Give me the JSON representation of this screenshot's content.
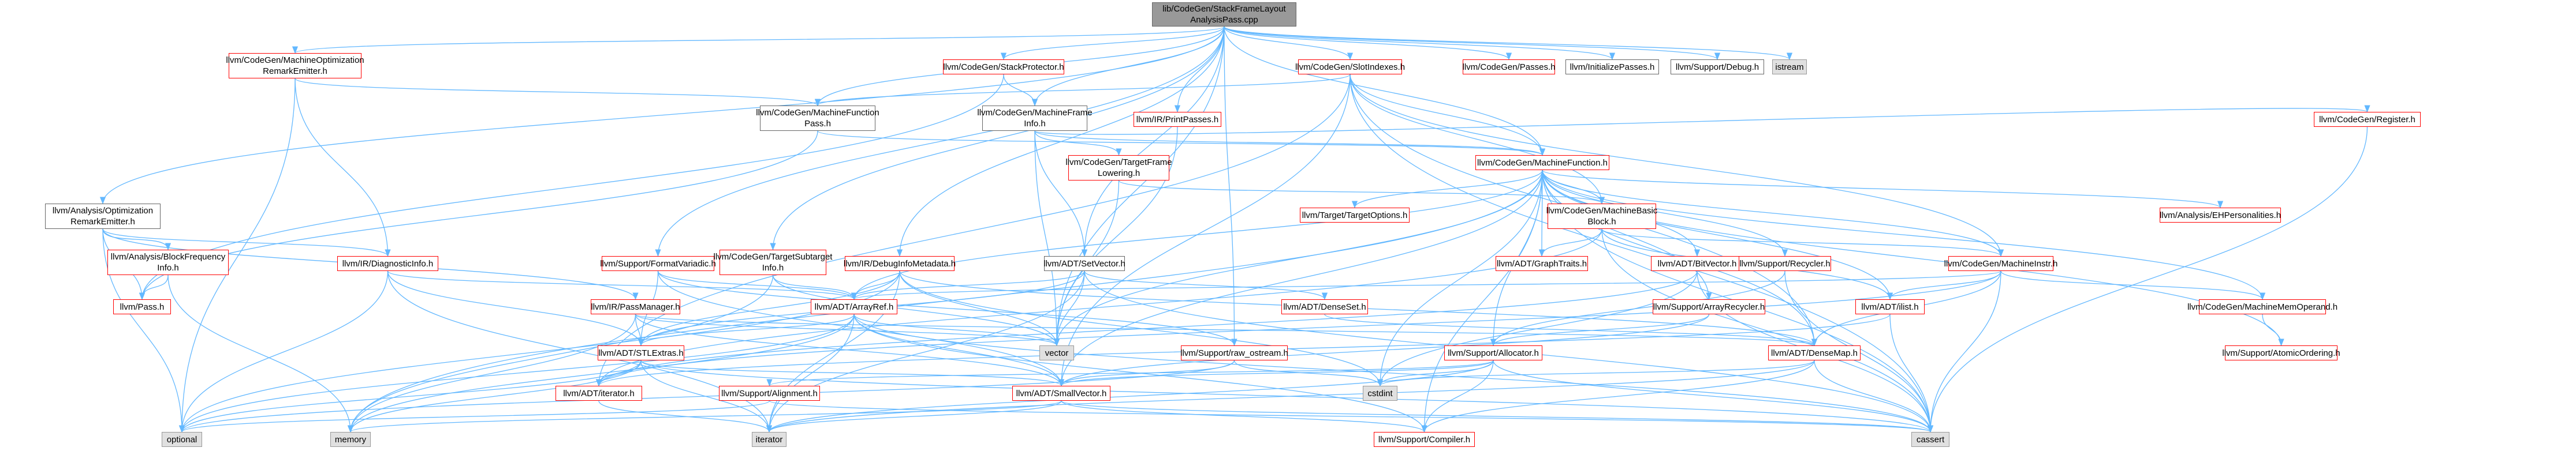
{
  "nodes": {
    "root": "lib/CodeGen/StackFrameLayout\nAnalysisPass.cpp",
    "mcopt_remark": "llvm/CodeGen/MachineOptimization\nRemarkEmitter.h",
    "stackprotector": "llvm/CodeGen/StackProtector.h",
    "slotindexes": "llvm/CodeGen/SlotIndexes.h",
    "passes": "llvm/CodeGen/Passes.h",
    "initpasses": "llvm/InitializePasses.h",
    "debug": "llvm/Support/Debug.h",
    "istream": "istream",
    "mfpass": "llvm/CodeGen/MachineFunction\nPass.h",
    "mframeinfo": "llvm/CodeGen/MachineFrame\nInfo.h",
    "printpasses": "llvm/IR/PrintPasses.h",
    "register": "llvm/CodeGen/Register.h",
    "analysis_opt": "llvm/Analysis/Optimization\nRemarkEmitter.h",
    "mfunction": "llvm/CodeGen/MachineFunction.h",
    "tfl": "llvm/CodeGen/TargetFrame\nLowering.h",
    "targetoptions": "llvm/Target/TargetOptions.h",
    "mbb": "llvm/CodeGen/MachineBasic\nBlock.h",
    "ehpers": "llvm/Analysis/EHPersonalities.h",
    "bfi": "llvm/Analysis/BlockFrequency\nInfo.h",
    "diaginfo": "llvm/IR/DiagnosticInfo.h",
    "formatvariadic": "llvm/Support/FormatVariadic.h",
    "tsi": "llvm/CodeGen/TargetSubtarget\nInfo.h",
    "debuginfometa": "llvm/IR/DebugInfoMetadata.h",
    "setvector": "llvm/ADT/SetVector.h",
    "graphtraits": "llvm/ADT/GraphTraits.h",
    "bitvector": "llvm/ADT/BitVector.h",
    "recycler": "llvm/Support/Recycler.h",
    "minstr": "llvm/CodeGen/MachineInstr.h",
    "pass": "llvm/Pass.h",
    "passmanager": "llvm/IR/PassManager.h",
    "arrayref": "llvm/ADT/ArrayRef.h",
    "denseset": "llvm/ADT/DenseSet.h",
    "arrayrecycler": "llvm/Support/ArrayRecycler.h",
    "ilist": "llvm/ADT/ilist.h",
    "mmo": "llvm/CodeGen/MachineMemOperand.h",
    "stlextras": "llvm/ADT/STLExtras.h",
    "vector": "vector",
    "rawostream": "llvm/Support/raw_ostream.h",
    "allocator": "llvm/Support/Allocator.h",
    "densemap": "llvm/ADT/DenseMap.h",
    "atomicordering": "llvm/Support/AtomicOrdering.h",
    "iteratorh": "llvm/ADT/iterator.h",
    "alignment": "llvm/Support/Alignment.h",
    "cstdint": "cstdint",
    "smallvector": "llvm/ADT/SmallVector.h",
    "optional": "optional",
    "memory": "memory",
    "iterator": "iterator",
    "compiler": "llvm/Support/Compiler.h",
    "cassert": "cassert"
  },
  "colors": {
    "edge": "#63b8ff",
    "truncated_border": "#ff0000",
    "root_fill": "#999999",
    "system_fill": "#e0e0e0"
  }
}
